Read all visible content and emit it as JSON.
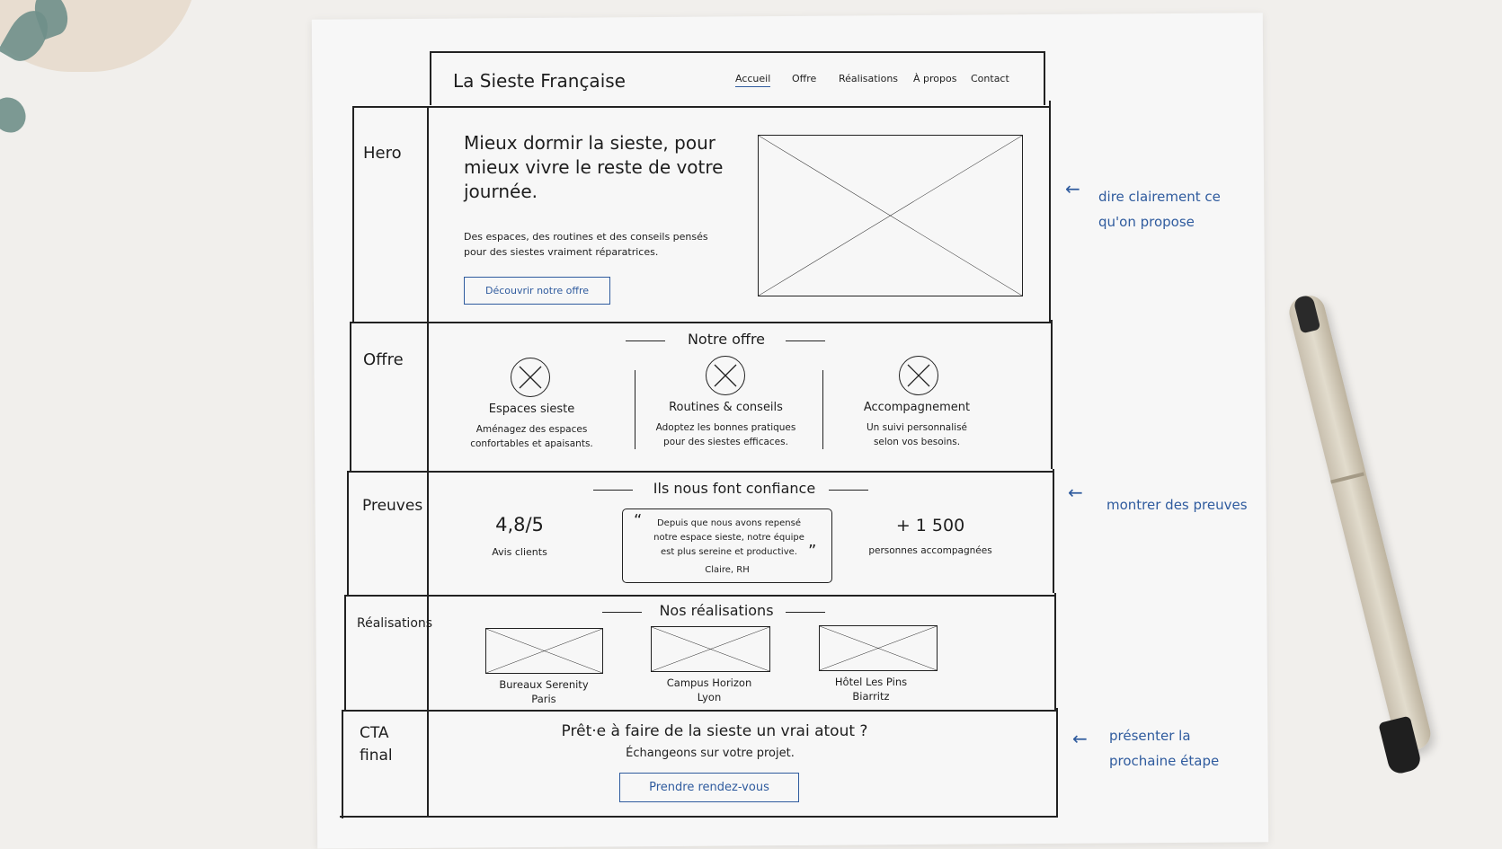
{
  "site": {
    "brand": "La Sieste Française"
  },
  "nav": [
    {
      "label": "Accueil",
      "active": true
    },
    {
      "label": "Offre"
    },
    {
      "label": "Réalisations"
    },
    {
      "label": "À propos"
    },
    {
      "label": "Contact"
    }
  ],
  "sections": {
    "hero": "Hero",
    "offre": "Offre",
    "preuves": "Preuves",
    "realisations": "Réalisations",
    "cta": "CTA final"
  },
  "hero": {
    "title": "Mieux dormir la sieste, pour mieux vivre le reste de votre journée.",
    "subtitle": "Des espaces, des routines et des conseils pensés pour des siestes vraiment réparatrices.",
    "button": "Découvrir notre offre"
  },
  "offre": {
    "heading": "Notre offre",
    "items": [
      {
        "title": "Espaces sieste",
        "desc": "Aménagez des espaces confortables et apaisants."
      },
      {
        "title": "Routines & conseils",
        "desc": "Adoptez les bonnes pratiques pour des siestes efficaces."
      },
      {
        "title": "Accompagnement",
        "desc": "Un suivi personnalisé selon vos besoins."
      }
    ]
  },
  "preuves": {
    "heading": "Ils nous font confiance",
    "rating": {
      "value": "4,8/5",
      "label": "Avis clients"
    },
    "quote": {
      "text": "Depuis que nous avons repensé notre espace sieste, notre équipe est plus sereine et productive.",
      "author": "Claire, RH"
    },
    "count": {
      "value": "+ 1 500",
      "label": "personnes accompagnées"
    }
  },
  "realisations": {
    "heading": "Nos réalisations",
    "items": [
      {
        "name": "Bureaux Serenity",
        "city": "Paris"
      },
      {
        "name": "Campus Horizon",
        "city": "Lyon"
      },
      {
        "name": "Hôtel Les Pins",
        "city": "Biarritz"
      }
    ]
  },
  "cta": {
    "title": "Prêt·e à faire de la sieste un vrai atout ?",
    "subtitle": "Échangeons sur votre projet.",
    "button": "Prendre rendez-vous"
  },
  "notes": {
    "hero": "dire clairement ce qu'on propose",
    "preuves": "montrer des preuves",
    "cta": "présenter la prochaine étape"
  },
  "colors": {
    "ink": "#222222",
    "accent": "#2f5b9e",
    "paper": "#f7f7f7"
  }
}
